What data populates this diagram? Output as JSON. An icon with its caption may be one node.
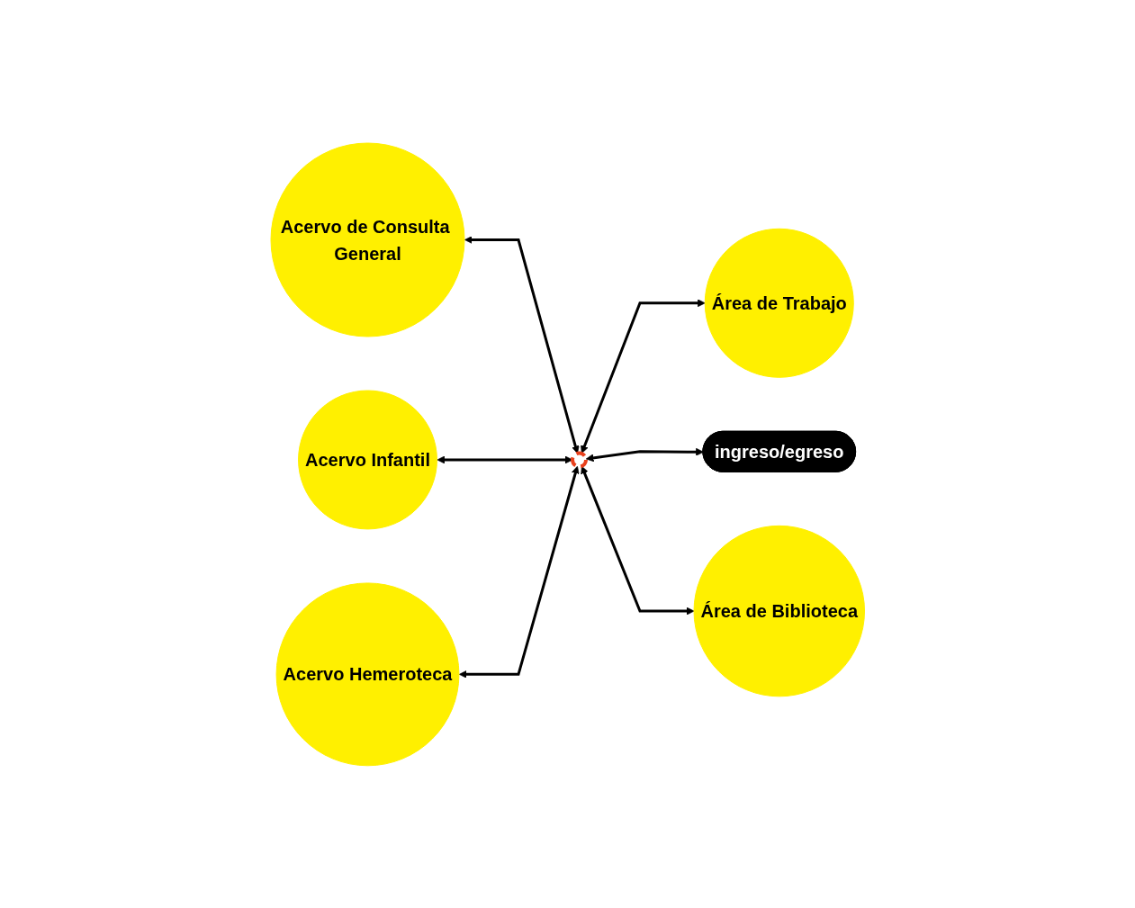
{
  "diagram": {
    "nodes": [
      {
        "text": [
          "Área de Trabajo"
        ]
      },
      {
        "text": [
          "Acervo de Consulta General"
        ]
      },
      {
        "text": [],
        "shape": "circle"
      },
      {
        "text": [
          "Acervo Infantil"
        ]
      },
      {
        "text": [
          "ingreso/egreso"
        ]
      },
      {
        "text": [
          "Acervo Hemeroteca"
        ]
      },
      {
        "text": [
          "Área de Biblioteca"
        ]
      }
    ],
    "edges": [
      {
        "from": 1,
        "to": 2,
        "arrow": "both"
      },
      {
        "from": 3,
        "to": 2,
        "arrow": "both"
      },
      {
        "from": 5,
        "to": 2,
        "arrow": "both"
      },
      {
        "from": 2,
        "to": 0,
        "arrow": "both"
      },
      {
        "from": 2,
        "to": 4,
        "arrow": "both"
      },
      {
        "from": 2,
        "to": 6,
        "arrow": "both"
      }
    ]
  }
}
